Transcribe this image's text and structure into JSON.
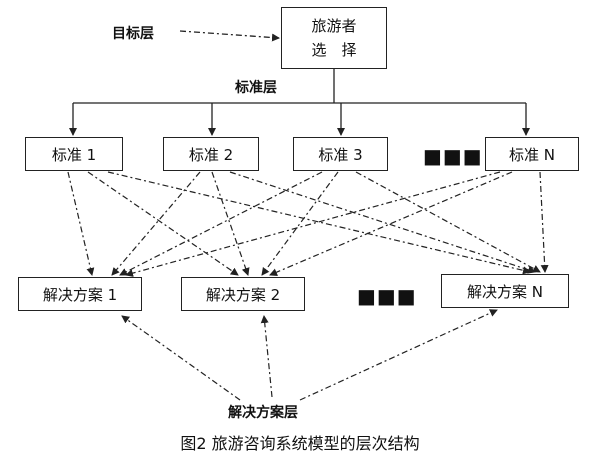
{
  "diagram": {
    "goal_layer_label": "目标层",
    "goal_box": {
      "line1": "旅游者",
      "line2": "选　择"
    },
    "criteria_layer_label": "标准层",
    "criteria": [
      "标准 1",
      "标准 2",
      "标准 3",
      "标准 N"
    ],
    "criteria_ellipsis": "■■■",
    "alternatives": [
      "解决方案 1",
      "解决方案 2",
      "解决方案 N"
    ],
    "alternatives_ellipsis": "■■■",
    "alternative_layer_label": "解决方案层"
  },
  "caption": "图2 旅游咨询系统模型的层次结构"
}
